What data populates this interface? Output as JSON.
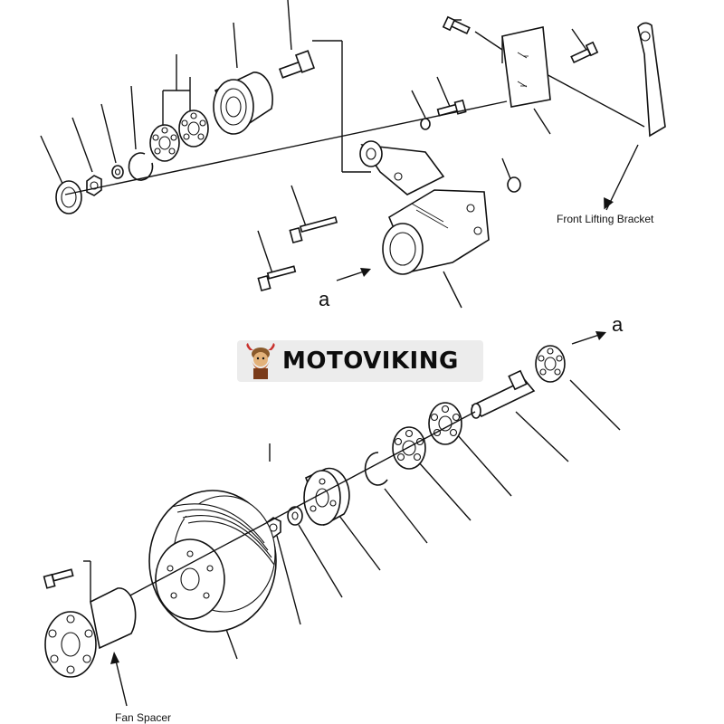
{
  "diagram": {
    "labels": {
      "front_lifting_bracket": "Front Lifting Bracket",
      "fan_spacer": "Fan Spacer",
      "ref_top": "a",
      "ref_bottom": "a"
    }
  },
  "watermark": {
    "brand": "MOTOVIKING"
  },
  "colors": {
    "ink": "#111111",
    "watermark_bg": "#ececec"
  }
}
